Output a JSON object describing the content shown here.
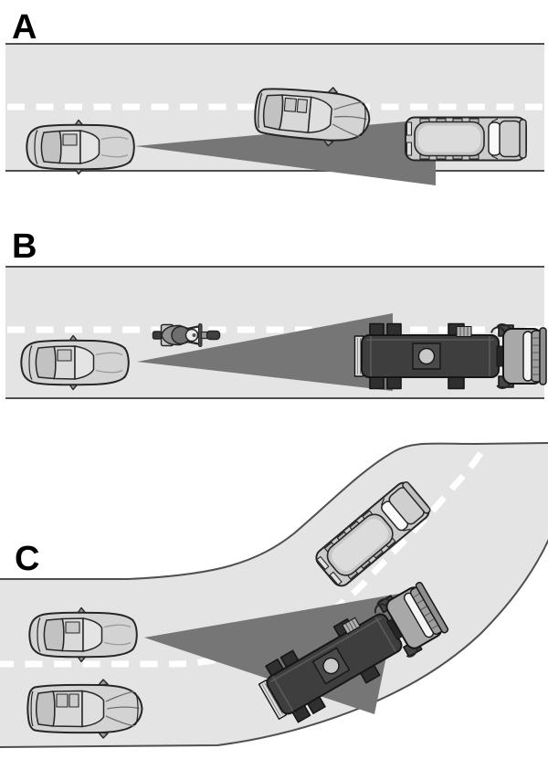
{
  "figure": {
    "kind": "radar-sensor-driving-scenarios-diagram",
    "panels": [
      {
        "id": "A",
        "label": "A",
        "elements": [
          "ego-car-icon",
          "sensor-beam",
          "cutting-in-sedan-icon",
          "lead-van-icon",
          "dashed-lane-line",
          "straight-road"
        ]
      },
      {
        "id": "B",
        "label": "B",
        "elements": [
          "ego-car-icon",
          "sensor-beam",
          "motorcycle-icon",
          "tanker-truck-icon",
          "dashed-lane-line",
          "straight-road"
        ]
      },
      {
        "id": "C",
        "label": "C",
        "elements": [
          "ego-car-icon",
          "sensor-beam",
          "trailing-sedan-icon",
          "delivery-van-icon",
          "tanker-truck-icon",
          "dashed-lane-line",
          "curved-road"
        ]
      }
    ],
    "colors": {
      "background": "#ffffff",
      "road": "#e4e4e4",
      "road_border": "#4f4f4f",
      "lane_marking": "#ffffff",
      "sensor_beam": "#767676",
      "vehicle_light": "#d3d3d3",
      "vehicle_dark_truck": "#3e3e3e",
      "outline": "#262626"
    }
  }
}
